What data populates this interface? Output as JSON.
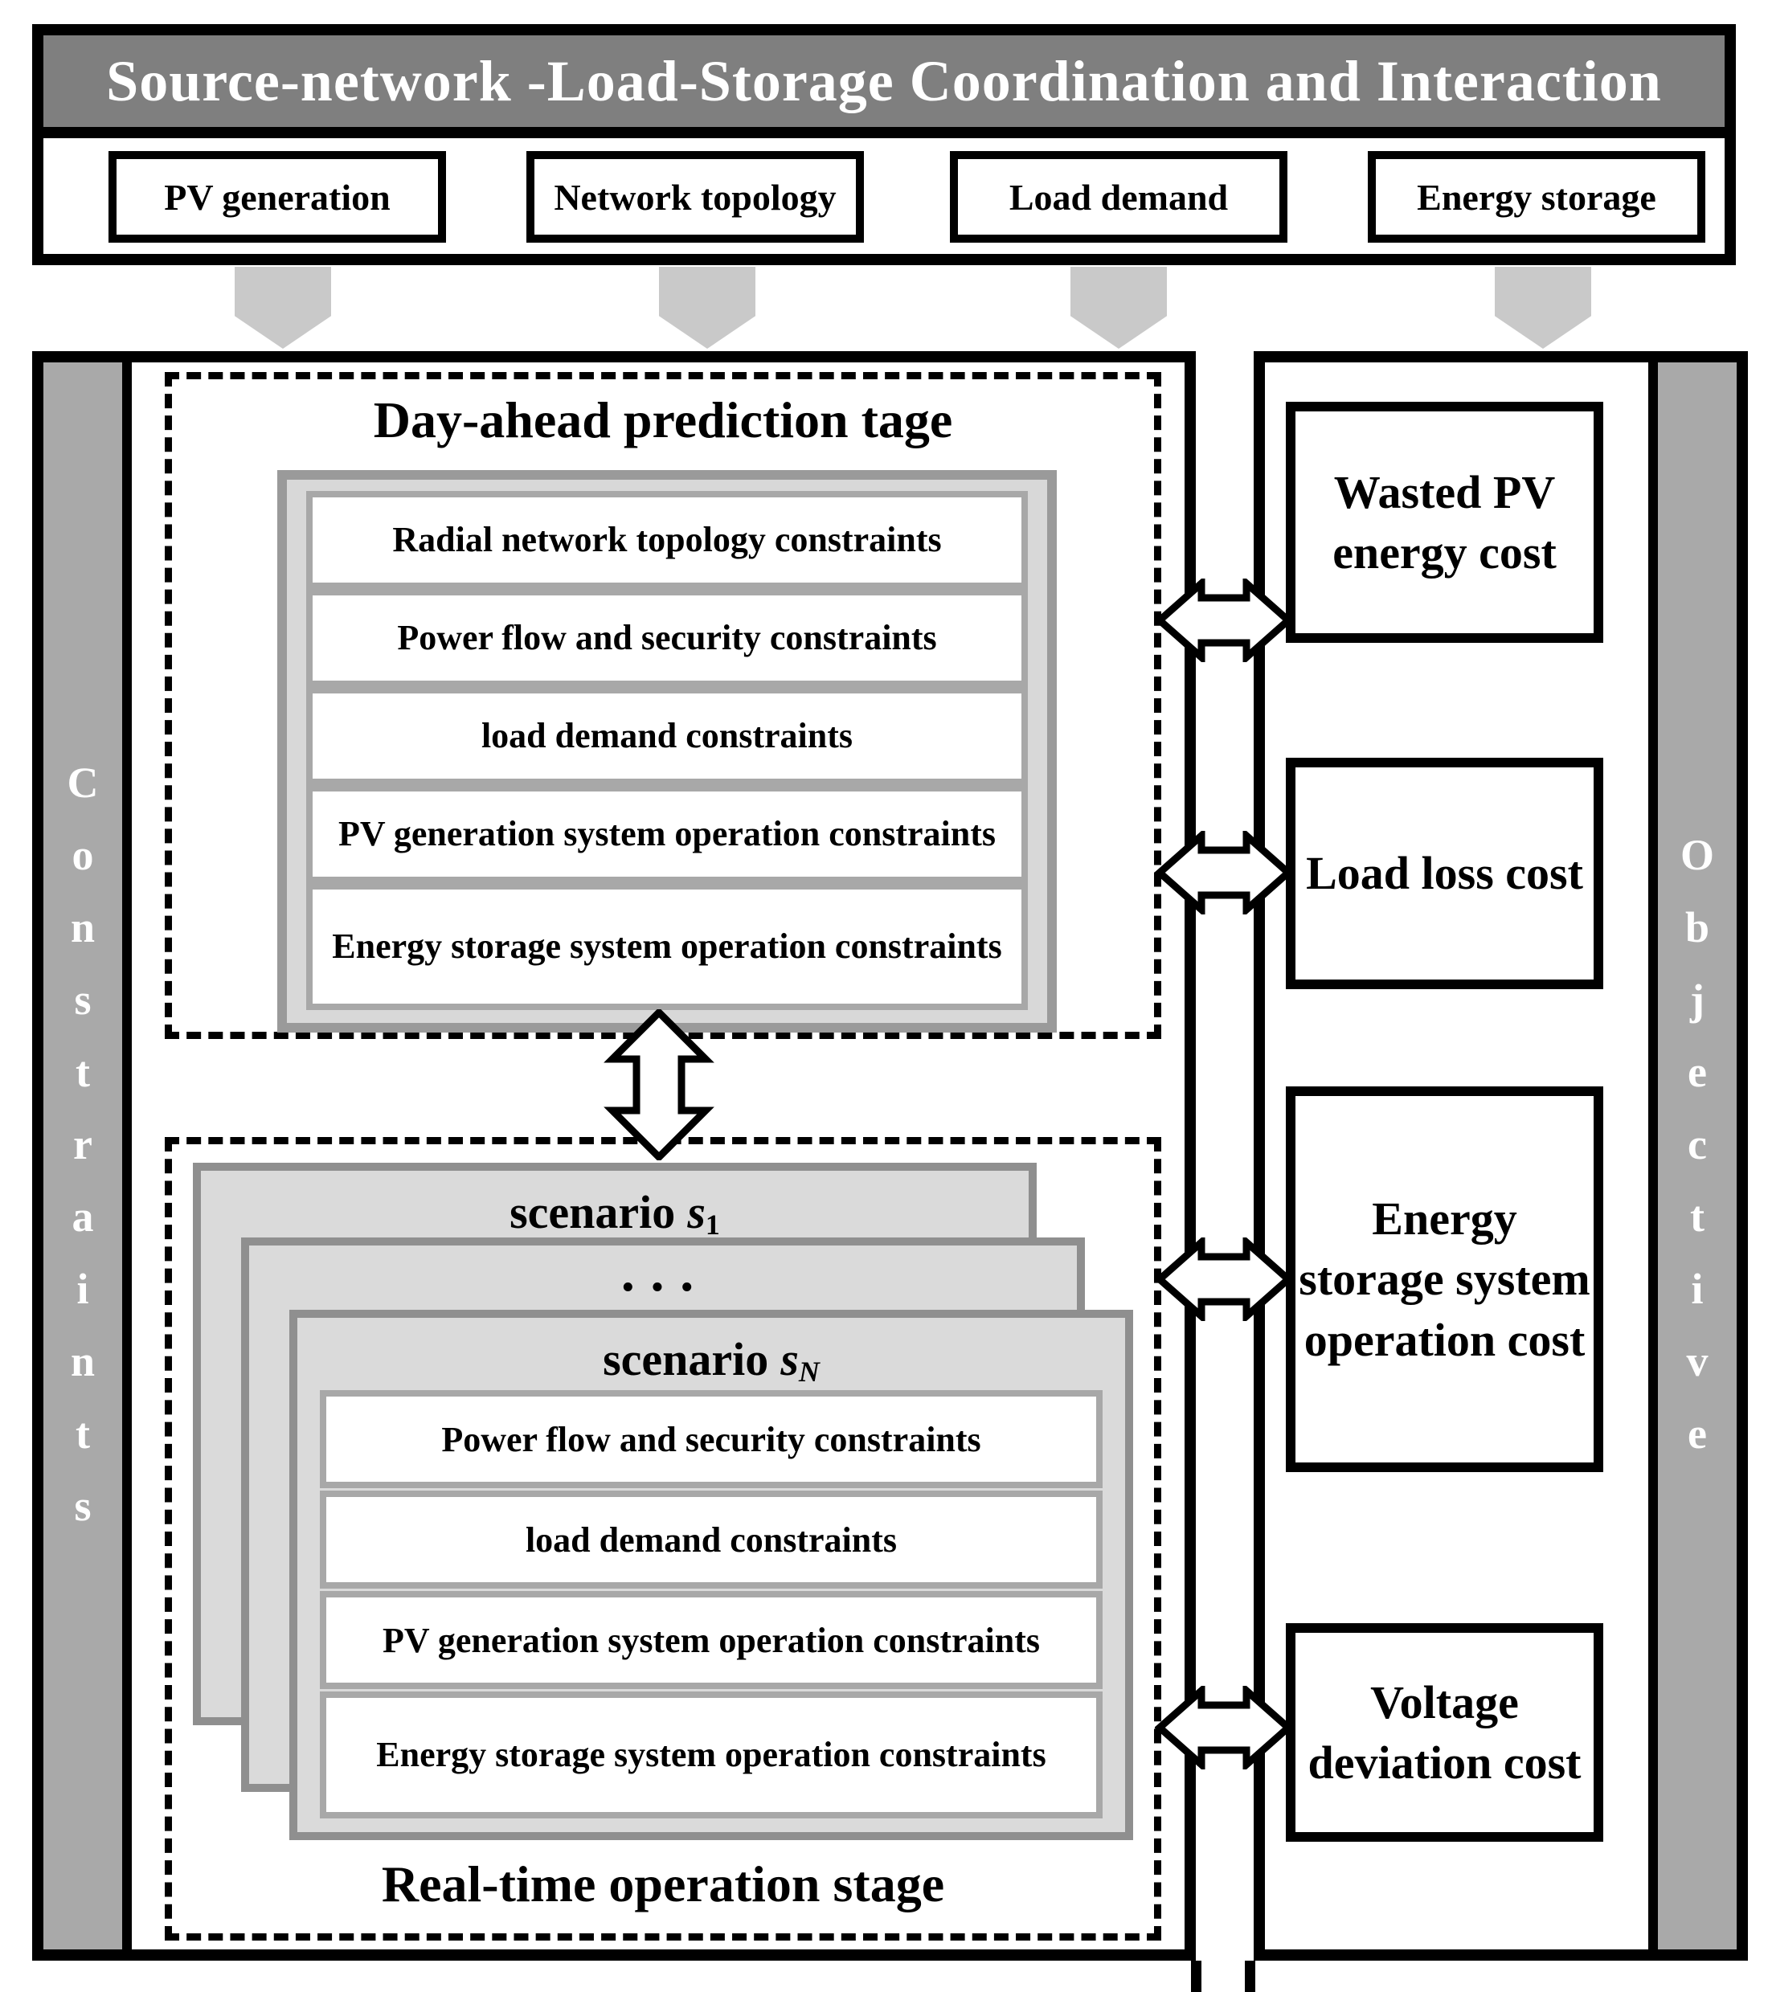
{
  "banner": {
    "title": "Source-network -Load-Storage Coordination and Interaction",
    "sources": [
      "PV generation",
      "Network topology",
      "Load demand",
      "Energy storage"
    ]
  },
  "constraints_panel": {
    "side_label": "Constraints",
    "day_ahead": {
      "title": "Day-ahead prediction tage",
      "constraints": [
        "Radial network topology constraints",
        "Power flow and security constraints",
        "load demand constraints",
        "PV generation system operation constraints",
        "Energy storage system operation constraints"
      ]
    },
    "real_time": {
      "title": "Real-time operation stage",
      "scenario_first": {
        "prefix": "scenario",
        "symbol": "s",
        "subscript": "1"
      },
      "ellipsis": "···",
      "scenario_last": {
        "prefix": "scenario",
        "symbol": "s",
        "subscript": "N"
      },
      "constraints": [
        "Power flow and security constraints",
        "load demand constraints",
        "PV generation system operation constraints",
        "Energy storage system operation constraints"
      ]
    }
  },
  "objective_panel": {
    "side_label": "Objective",
    "objectives": [
      "Wasted PV energy cost",
      "Load loss cost",
      "Energy storage system operation cost",
      "Voltage deviation cost"
    ]
  },
  "colors": {
    "title_bar_gray": "#7f7f7f",
    "side_strip_gray": "#a9a9a9",
    "flow_arrow_gray": "#c9c9c9",
    "container_fill_gray": "#d8d8d8",
    "container_border_gray": "#9a9a9a",
    "inner_box_border_gray": "#a8a8a8",
    "card_fill_gray": "#dadada",
    "card_border_gray": "#8f8f8f",
    "line_black": "#000000",
    "text_white": "#ffffff"
  }
}
